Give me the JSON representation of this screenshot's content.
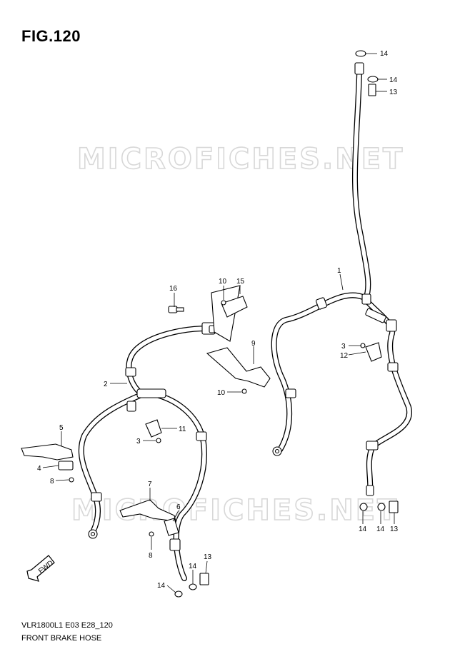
{
  "figure": {
    "title": "FIG.120",
    "model_code": "VLR1800L1 E03 E28_120",
    "part_name": "FRONT BRAKE HOSE"
  },
  "watermark": {
    "text": "MICROFICHES.NET"
  },
  "direction_label": "FWD",
  "callouts": [
    {
      "id": "callout-14-top",
      "label": "14"
    },
    {
      "id": "callout-14-upper",
      "label": "14"
    },
    {
      "id": "callout-13-upper",
      "label": "13"
    },
    {
      "id": "callout-1",
      "label": "1"
    },
    {
      "id": "callout-16",
      "label": "16"
    },
    {
      "id": "callout-10-upper",
      "label": "10"
    },
    {
      "id": "callout-15",
      "label": "15"
    },
    {
      "id": "callout-9",
      "label": "9"
    },
    {
      "id": "callout-10-lower",
      "label": "10"
    },
    {
      "id": "callout-3-right",
      "label": "3"
    },
    {
      "id": "callout-12",
      "label": "12"
    },
    {
      "id": "callout-2",
      "label": "2"
    },
    {
      "id": "callout-5",
      "label": "5"
    },
    {
      "id": "callout-4",
      "label": "4"
    },
    {
      "id": "callout-8-left",
      "label": "8"
    },
    {
      "id": "callout-11",
      "label": "11"
    },
    {
      "id": "callout-3-left",
      "label": "3"
    },
    {
      "id": "callout-7",
      "label": "7"
    },
    {
      "id": "callout-6",
      "label": "6"
    },
    {
      "id": "callout-8-lower",
      "label": "8"
    },
    {
      "id": "callout-14-lower-a",
      "label": "14"
    },
    {
      "id": "callout-14-lower-b",
      "label": "14"
    },
    {
      "id": "callout-13-lower",
      "label": "13"
    },
    {
      "id": "callout-14-bottom-a",
      "label": "14"
    },
    {
      "id": "callout-14-bottom-b",
      "label": "14"
    },
    {
      "id": "callout-13-bottom",
      "label": "13"
    }
  ]
}
